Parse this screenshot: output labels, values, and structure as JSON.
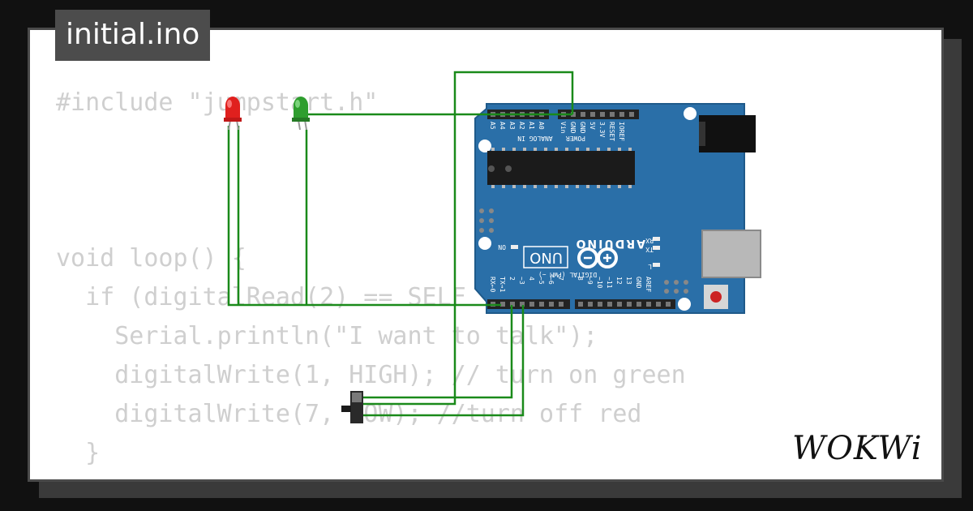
{
  "file_tab": {
    "name": "initial.ino"
  },
  "code_lines": [
    "#include \"jumpstart.h\"",
    "",
    "",
    "",
    "void loop() {",
    "  if (digitalRead(2) == SELF",
    "    Serial.println(\"I want to talk\");",
    "    digitalWrite(1, HIGH); // turn on green",
    "    digitalWrite(7, LOW); //turn off red",
    "  }"
  ],
  "board": {
    "model": "UNO",
    "brand": "ARDUINO",
    "on_label": "ON",
    "analog_pins": [
      "A5",
      "A4",
      "A3",
      "A2",
      "A1",
      "A0"
    ],
    "analog_header": "ANALOG IN",
    "power_pins": [
      "Vin",
      "GND",
      "GND",
      "5V",
      "3.3V",
      "RESET",
      "IOREF"
    ],
    "power_header": "POWER",
    "tx_label": "TX",
    "rx_label": "RX",
    "l_label": "L",
    "digital_pins": [
      "RX←0",
      "TX→1",
      "2",
      "~3",
      "4",
      "~5",
      "~6",
      "7",
      "8",
      "~9",
      "~10",
      "~11",
      "12",
      "13",
      "GND",
      "AREF"
    ],
    "digital_header": "DIGITAL (PWM ~)",
    "color": "#2a6fa8"
  },
  "components": {
    "red_led_color": "#e0201e",
    "green_led_color": "#2e9e2e",
    "wire_color": "#1a8a1a"
  },
  "logo": {
    "text": "WOKWi"
  }
}
